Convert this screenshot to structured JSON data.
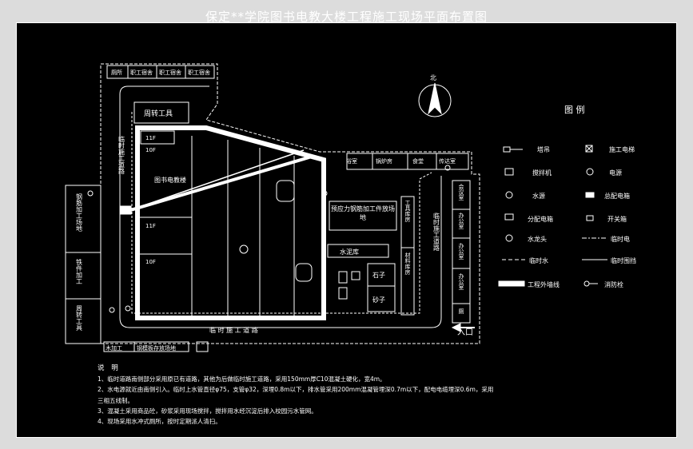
{
  "title": "保定**学院图书电教大楼工程施工现场平面布置图",
  "north": "北",
  "entrance": "入口",
  "labels": {
    "dorm1": "职工宿舍",
    "dorm2": "职工宿舍",
    "dorm3": "职工宿舍",
    "wc": "厕所",
    "tools_top": "周转工具",
    "building": "图书电教楼",
    "floor_11a": "11F",
    "floor_10a": "10F",
    "floor_11b": "11F",
    "floor_10b": "10F",
    "road_left": "临时施工道路",
    "road_bottom": "临 时 施 工 道 路",
    "road_right": "临时施工道路",
    "rebar_shop": "钢筋加工场地",
    "iron_shop": "铁件加工",
    "tools_left": "周转工具",
    "wood_shop": "木加工",
    "steel_yard": "钢模板存放场地",
    "bath": "浴室",
    "boiler": "锅炉房",
    "canteen": "食堂",
    "guard": "传达室",
    "prestress": "预应力钢筋加工件放场地",
    "tool_store": "工具库房",
    "material_store": "材料库房",
    "cement": "水泥库",
    "stone": "石子",
    "sand": "砂子",
    "meeting": "会议室",
    "office1": "办公室",
    "office2": "办公室",
    "office3": "办公室",
    "toilet_r": "厕"
  },
  "legend": {
    "title": "图  例",
    "crane": "塔吊",
    "elevator": "施工电梯",
    "mixer": "搅拌机",
    "power": "电源",
    "water_source": "水源",
    "main_box": "总配电箱",
    "sub_box": "分配电箱",
    "switch_box": "开关箱",
    "tap": "水龙头",
    "temp_power": "临时电",
    "temp_water": "临时水",
    "temp_fence": "临时围挡",
    "outer_line": "工程外墙线",
    "hydrant": "消防栓"
  },
  "notes": {
    "head": "说 明",
    "n1": "1、临时道路南侧部分采用原已有道路，其他为后做临时施工道路，采用150mm厚C10混凝土硬化，宽4m。",
    "n2a": "2、水电源就近由南侧引入。临时上水管直径φ75，支管φ32，深埋0.8m以下，排水管采用200mm混凝管埋深0.7m以下，配电电缆埋深0.6m，采用",
    "n2b": "三相五线制。",
    "n3": "3、混凝土采用商品砼，砂浆采用现场搅拌，搅拌用水经沉淀后排入校园污水管网。",
    "n4": "4、现场采用水冲式厕所，按时定期派人清扫。"
  }
}
